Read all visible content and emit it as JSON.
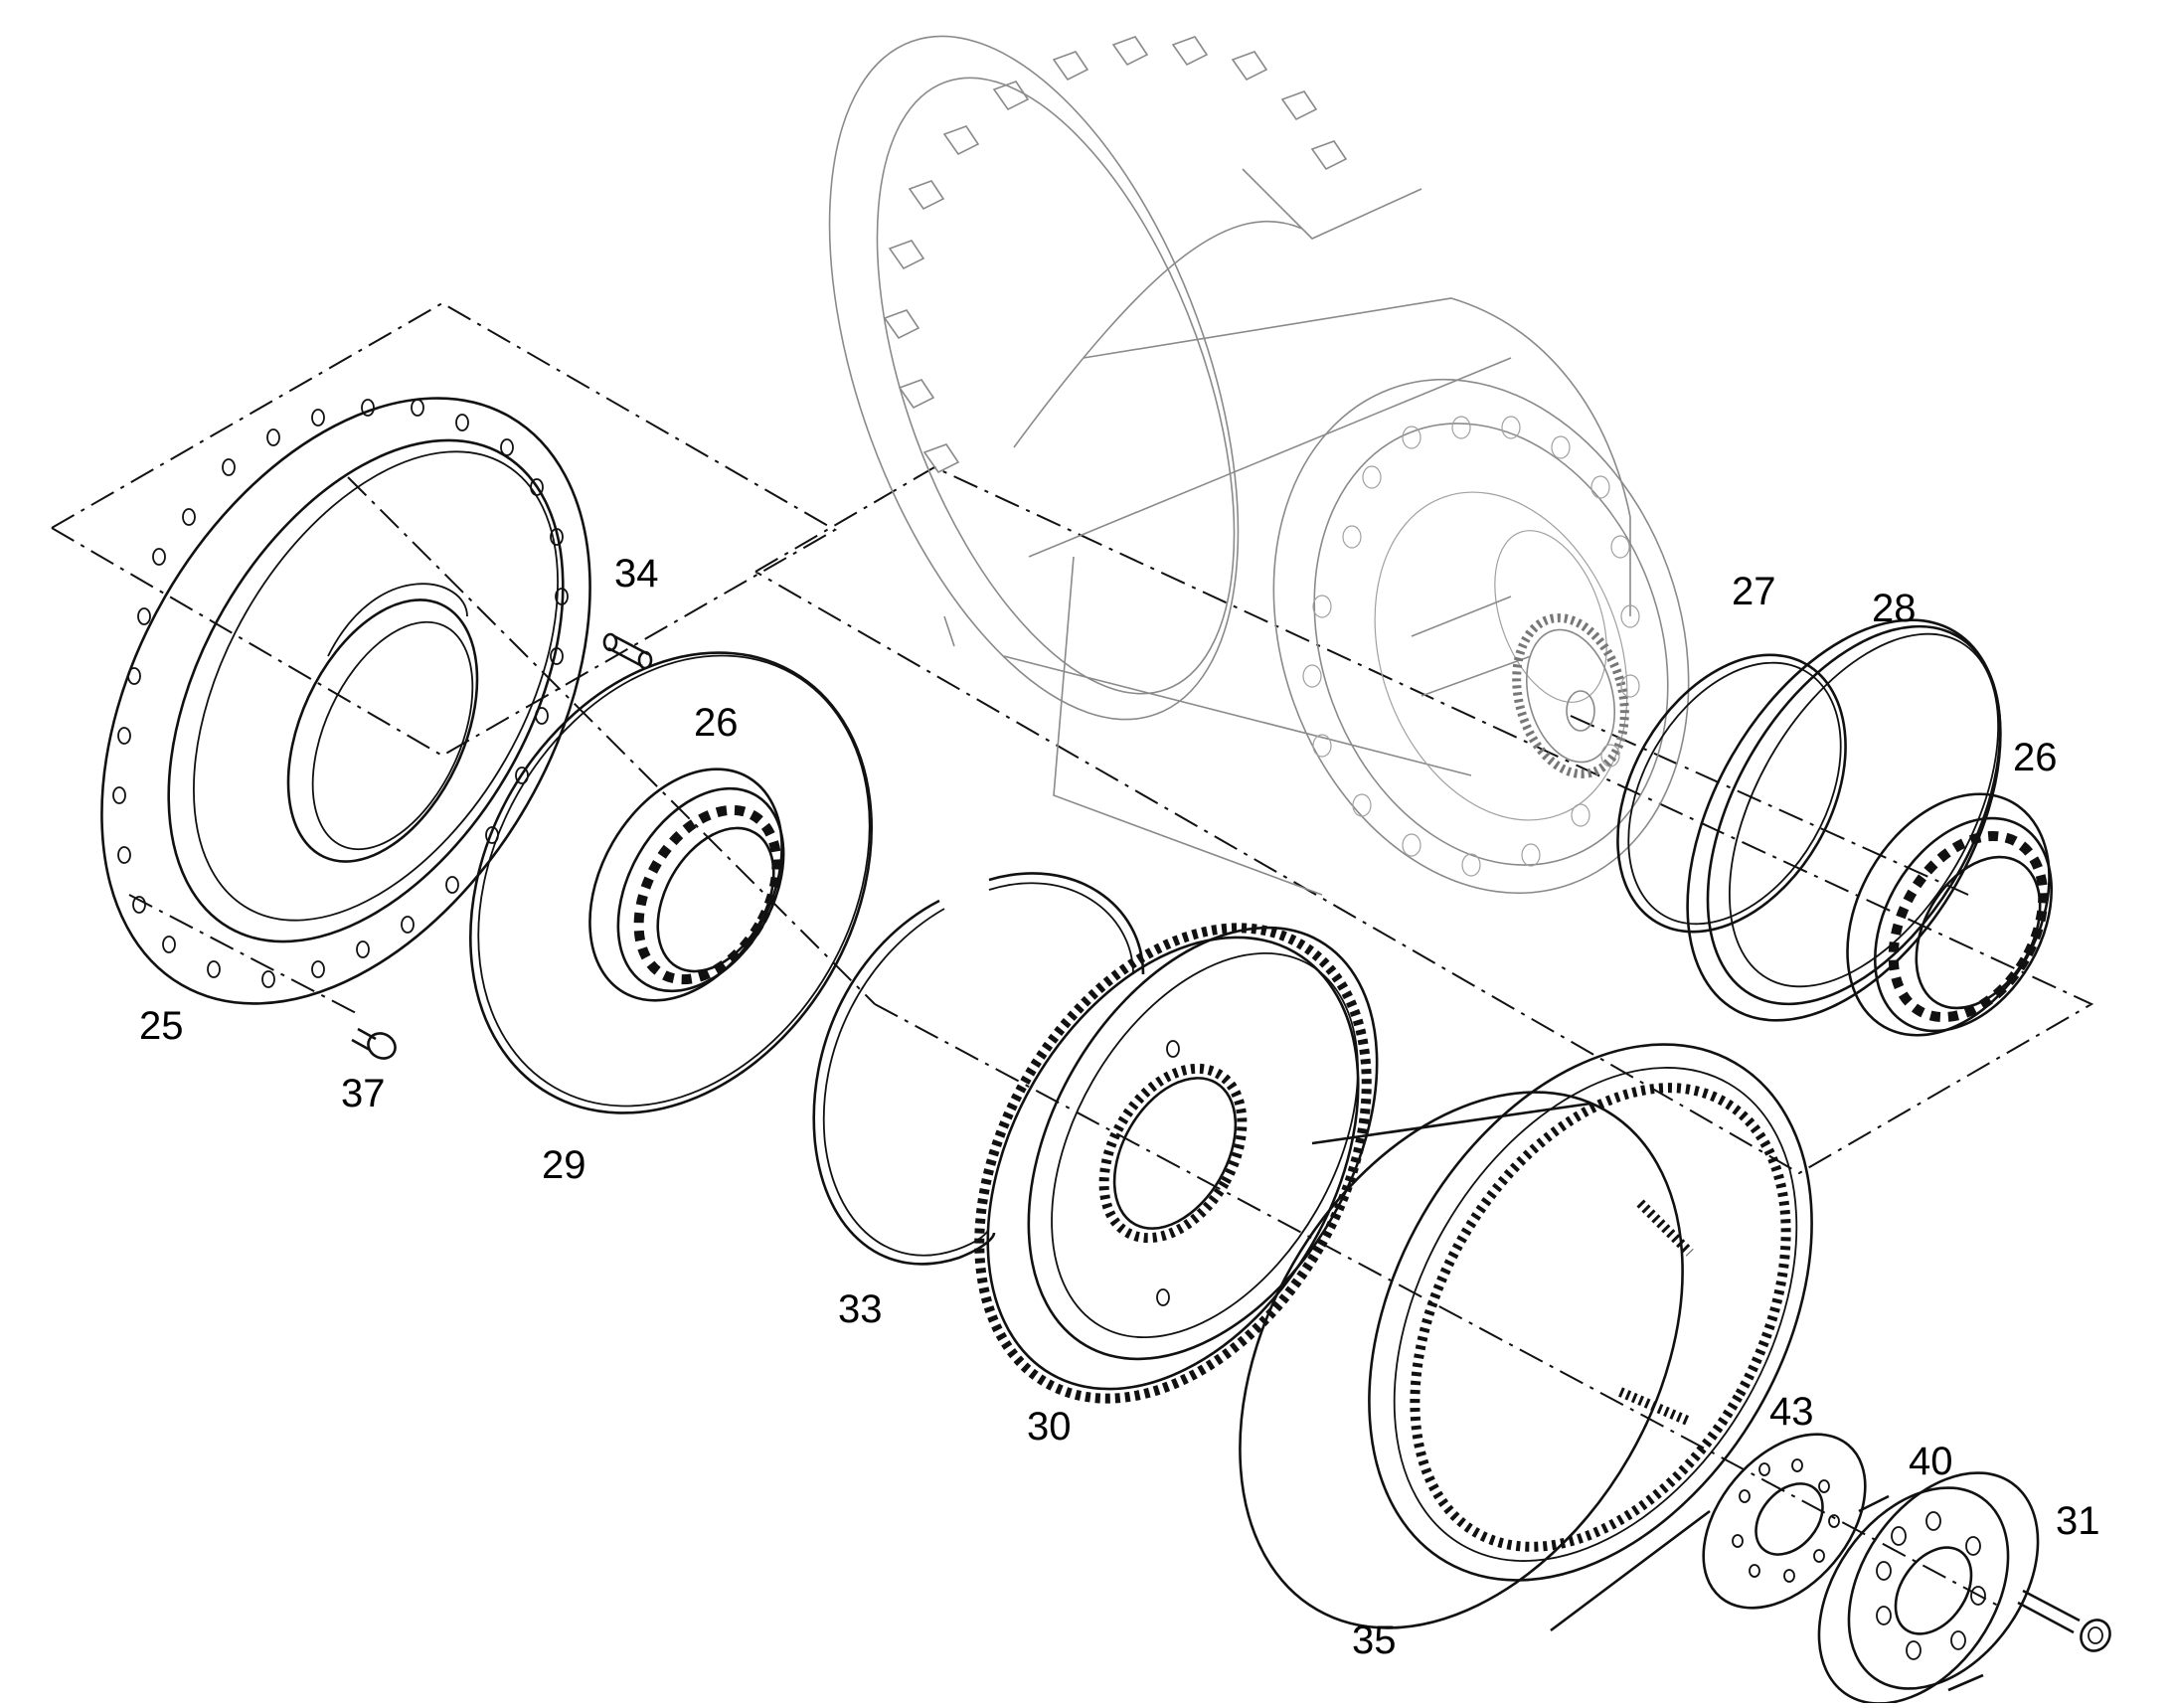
{
  "callouts": [
    {
      "id": "25",
      "label": "25"
    },
    {
      "id": "26a",
      "label": "26"
    },
    {
      "id": "26b",
      "label": "26"
    },
    {
      "id": "27",
      "label": "27"
    },
    {
      "id": "28",
      "label": "28"
    },
    {
      "id": "29",
      "label": "29"
    },
    {
      "id": "30",
      "label": "30"
    },
    {
      "id": "31",
      "label": "31"
    },
    {
      "id": "33",
      "label": "33"
    },
    {
      "id": "34",
      "label": "34"
    },
    {
      "id": "35",
      "label": "35"
    },
    {
      "id": "37",
      "label": "37"
    },
    {
      "id": "40",
      "label": "40"
    },
    {
      "id": "43",
      "label": "43"
    }
  ]
}
